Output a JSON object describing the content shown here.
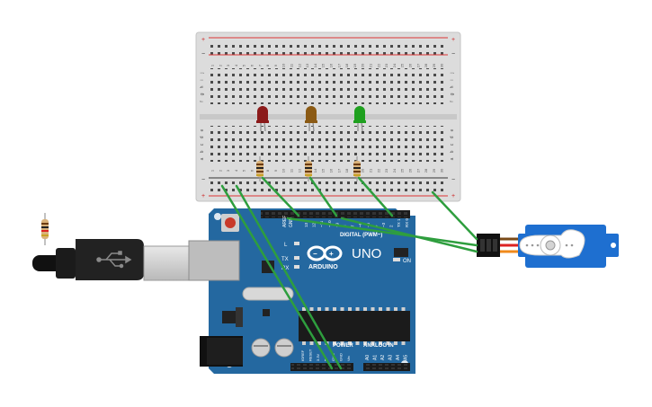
{
  "breadboard": {
    "top_marks": [
      "+",
      "−"
    ],
    "column_numbers": [
      "1",
      "2",
      "3",
      "4",
      "5",
      "6",
      "7",
      "8",
      "9",
      "10",
      "11",
      "12",
      "13",
      "14",
      "15",
      "16",
      "17",
      "18",
      "19",
      "20",
      "21",
      "22",
      "23",
      "24",
      "25",
      "26",
      "27",
      "28",
      "29",
      "30"
    ],
    "row_letters_top": [
      "j",
      "i",
      "h",
      "g",
      "f"
    ],
    "row_letters_bottom": [
      "e",
      "d",
      "c",
      "b",
      "a"
    ]
  },
  "leds": [
    {
      "color": "#8b1a1a"
    },
    {
      "color": "#8b5a14"
    },
    {
      "color": "#1fa01f"
    }
  ],
  "arduino": {
    "board_color": "#2468a0",
    "brand": "ARDUINO",
    "model": "UNO",
    "digital_label": "DIGITAL (PWM~)",
    "power_label": "POWER",
    "analog_label": "ANALOG IN",
    "on_label": "ON",
    "l_label": "L",
    "tx_label": "TX",
    "rx_label": "RX",
    "aref_label": "AREF",
    "gnd_label": "GND",
    "digital_pins": [
      "13",
      "12",
      "~11",
      "~10",
      "~9",
      "8",
      "7",
      "~6",
      "~5",
      "4",
      "~3",
      "2",
      "TX 1",
      "RX 0"
    ],
    "power_pins": [
      "IOREF",
      "RESET",
      "3.3V",
      "5V",
      "GND",
      "GND",
      "Vin"
    ],
    "analog_pins": [
      "A0",
      "A1",
      "A2",
      "A3",
      "A4",
      "A5"
    ]
  },
  "wires": {
    "color": "#2e9e3e"
  },
  "servo": {
    "color": "#1e6fd0"
  }
}
